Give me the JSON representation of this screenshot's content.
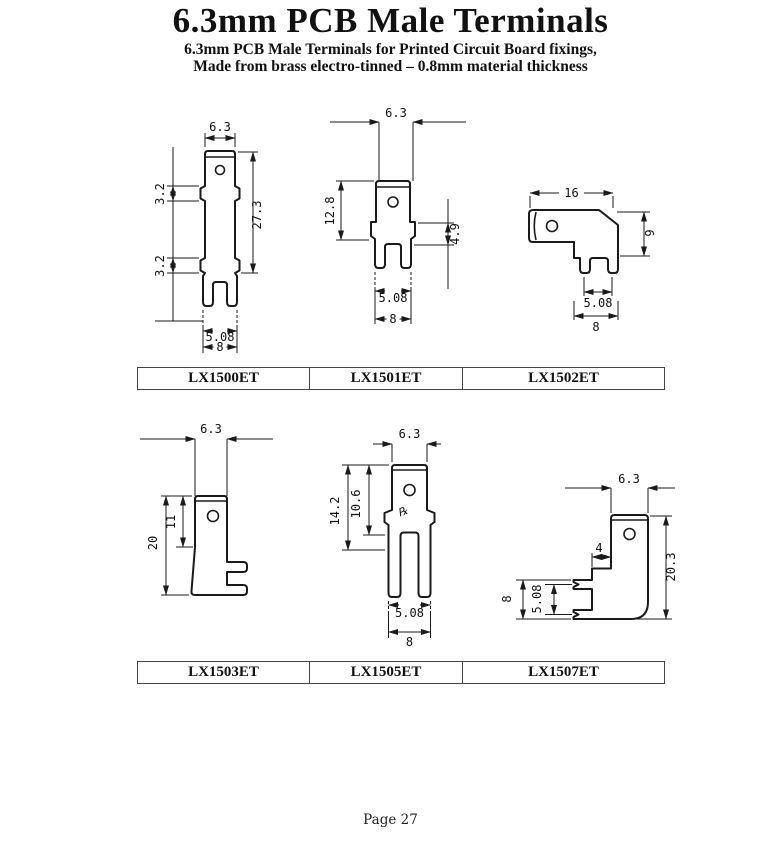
{
  "page": {
    "title": "6.3mm PCB Male Terminals",
    "subtitle_line1": "6.3mm PCB Male Terminals for Printed Circuit Board fixings,",
    "subtitle_line2": "Made from brass electro-tinned – 0.8mm material thickness",
    "footer": "Page 27"
  },
  "colors": {
    "ink": "#1a1a1a",
    "paper": "#ffffff"
  },
  "diagrams": {
    "lx1500": {
      "part_label": "LX1500ET",
      "top_width": "6.3",
      "notch_upper": "3.2",
      "notch_lower": "3.2",
      "overall_length": "27.3",
      "pin_spacing": "5.08",
      "base_width": "8"
    },
    "lx1501": {
      "part_label": "LX1501ET",
      "top_width": "6.3",
      "blade_length": "12.8",
      "pin_length": "4.9",
      "pin_spacing": "5.08",
      "base_width": "8"
    },
    "lx1502": {
      "part_label": "LX1502ET",
      "overall_length": "16",
      "height": "9",
      "pin_spacing": "5.08",
      "base_width": "8"
    },
    "lx1503": {
      "part_label": "LX1503ET",
      "top_width": "6.3",
      "overall_length": "20",
      "blade_length": "11"
    },
    "lx1505": {
      "part_label": "LX1505ET",
      "top_width": "6.3",
      "overall_length": "14.2",
      "blade_length": "10.6",
      "stamp_mark": "℞",
      "pin_spacing": "5.08",
      "base_width": "8"
    },
    "lx1507": {
      "part_label": "LX1507ET",
      "top_width": "6.3",
      "overall_length": "20.3",
      "pin_offset": "4",
      "base_height": "8",
      "pin_spacing": "5.08"
    }
  }
}
